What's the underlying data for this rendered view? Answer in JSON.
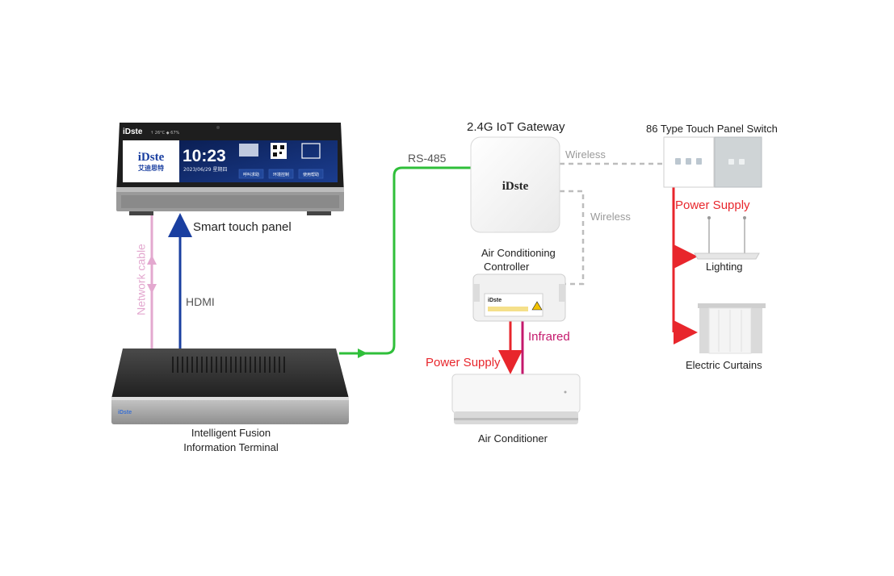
{
  "labels": {
    "gateway_title": "2.4G IoT Gateway",
    "switch_title": "86 Type Touch Panel Switch",
    "wireless_1": "Wireless",
    "wireless_2": "Wireless",
    "rs485": "RS-485",
    "smart_panel": "Smart touch panel",
    "network_cable": "Network cable",
    "hdmi": "HDMI",
    "ac_controller_line1": "Air Conditioning",
    "ac_controller_line2": "Controller",
    "power_supply_right": "Power Supply",
    "lighting": "Lighting",
    "electric_curtains": "Electric Curtains",
    "infrared": "Infrared",
    "power_supply_ac": "Power Supply",
    "air_conditioner": "Air Conditioner",
    "terminal_line1": "Intelligent Fusion",
    "terminal_line2": "Information Terminal"
  },
  "panel_screen": {
    "brand": "iDste",
    "brand_cn": "艾迪思特",
    "time": "10:23",
    "date": "2023/06/29 星期四",
    "status_left": "↑ 26°C  ◆ 67%",
    "buttons": [
      "呼叫求助",
      "环境控制",
      "使用帮助"
    ]
  },
  "logos": {
    "gateway": "iDste",
    "controller": "iDste",
    "terminal": "iDste",
    "panel_bezel": "iDste"
  },
  "colors": {
    "green": "#2fbf3a",
    "pink": "#e3a8cf",
    "blue": "#1a3fa0",
    "red": "#e8262c",
    "magenta": "#c4186c",
    "gray_dash": "#bdbdbd"
  }
}
